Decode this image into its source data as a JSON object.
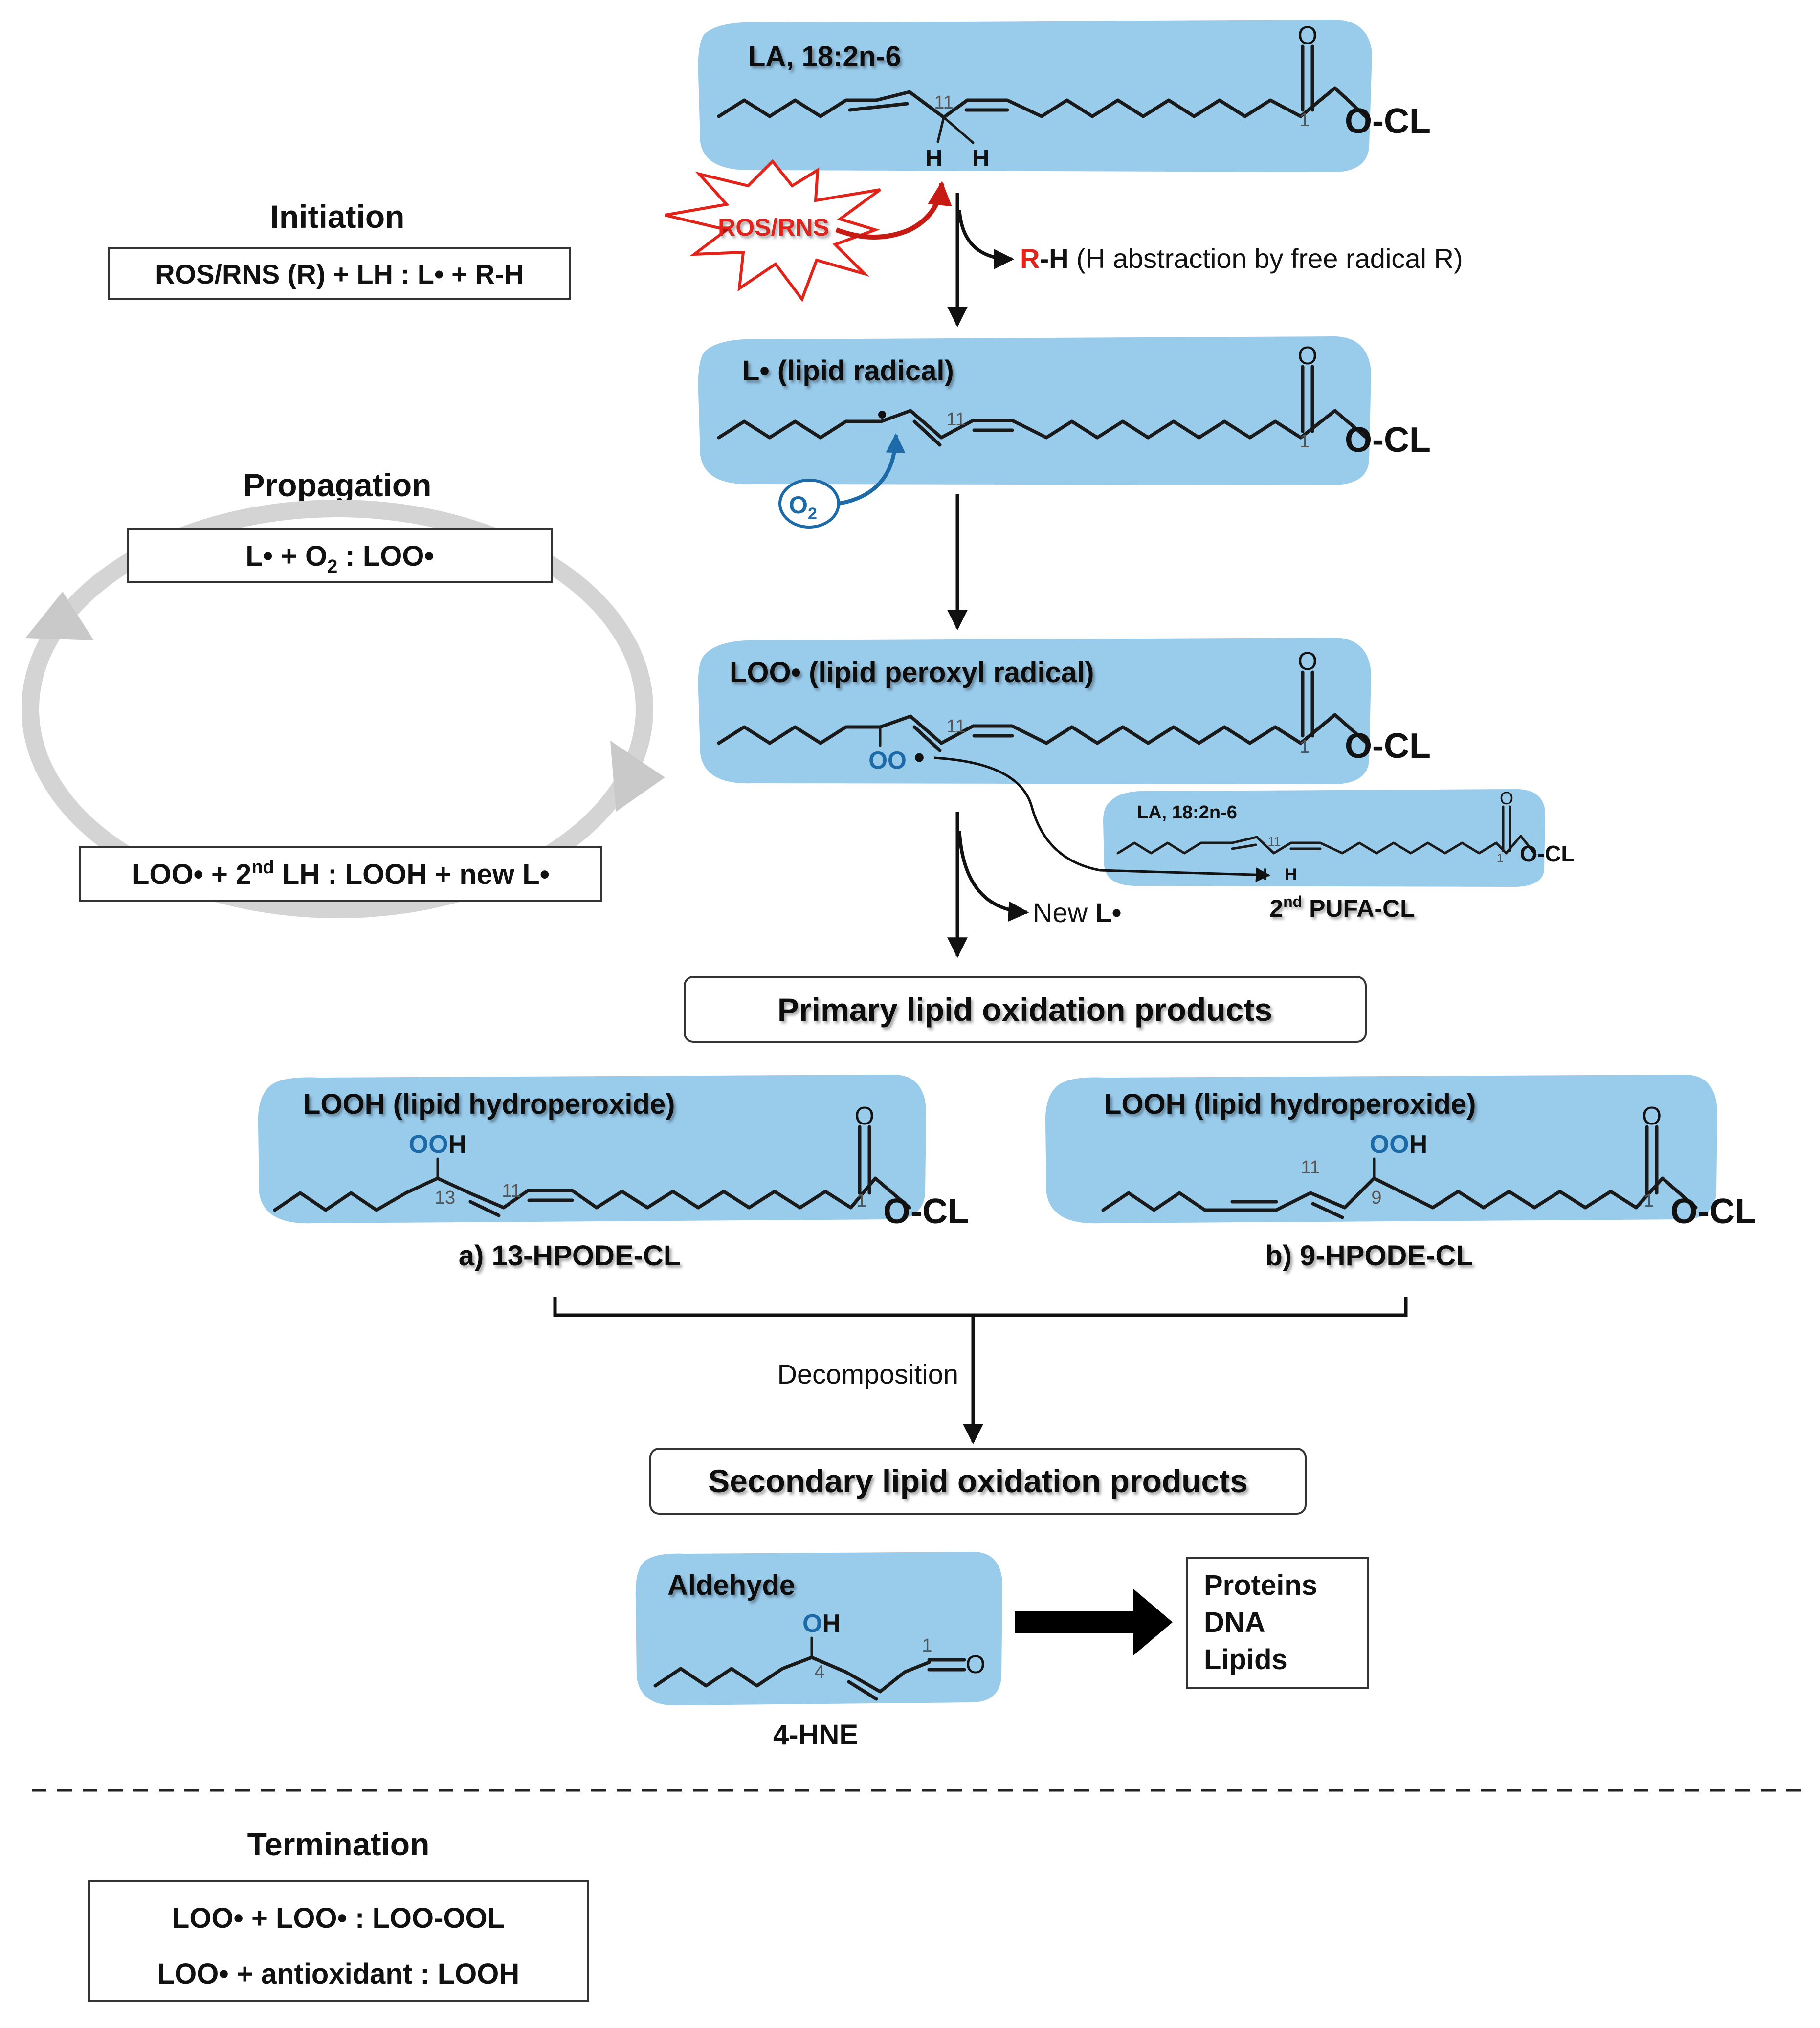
{
  "colors": {
    "blob": "#99CBEB",
    "oxygen_blue": "#1c6aa8",
    "ros_red": "#e2231a",
    "cycle_grey": "#d4d4d4",
    "text": "#111111"
  },
  "initiation": {
    "title": "Initiation",
    "equation": "ROS/RNS (R) + LH : L•  + R-H"
  },
  "propagation": {
    "title": "Propagation",
    "eq_top_prefix": "L•  + O",
    "eq_top_sub": "2",
    "eq_top_suffix": " : LOO•",
    "eq_bottom_prefix": "LOO•  + 2",
    "eq_bottom_sup": "nd",
    "eq_bottom_suffix": " LH :  LOOH + new L•"
  },
  "termination": {
    "title": "Termination",
    "eq1": "LOO•  + LOO• : LOO-OOL",
    "eq2": "LOO•  + antioxidant : LOOH"
  },
  "molecules": {
    "la": {
      "title": "LA, 18:2n-6",
      "carbon_11": "11",
      "carbon_1": "1",
      "carbonyl_o": "O",
      "ester": "O-CL",
      "h_left": "H",
      "h_right": "H"
    },
    "radical": {
      "title": "L• (lipid radical)",
      "carbon_11": "11",
      "carbon_1": "1",
      "carbonyl_o": "O",
      "ester": "O-CL",
      "o2_text": "O",
      "o2_sub": "2"
    },
    "peroxyl": {
      "title": "LOO• (lipid peroxyl radical)",
      "carbon_11": "11",
      "carbon_1": "1",
      "carbonyl_o": "O",
      "ester": "O-CL",
      "oo_text": "OO",
      "dot": "•"
    },
    "second_pufa": {
      "title": "LA, 18:2n-6",
      "carbon_11": "11",
      "carbon_1": "1",
      "carbonyl_o": "O",
      "ester": "O-CL",
      "h_left": "H",
      "h_right": "H",
      "caption_prefix": "2",
      "caption_sup": "nd",
      "caption_suffix": " PUFA-CL"
    },
    "hpode13": {
      "title": "LOOH (lipid hydroperoxide)",
      "ooh_blue": "OO",
      "ooh_h": "H",
      "carbon_13": "13",
      "carbon_11": "11",
      "carbon_1": "1",
      "carbonyl_o": "O",
      "ester": "O-CL",
      "caption": "a) 13-HPODE-CL"
    },
    "hpode9": {
      "title": "LOOH (lipid hydroperoxide)",
      "ooh_blue": "OO",
      "ooh_h": "H",
      "carbon_11": "11",
      "carbon_9": "9",
      "carbon_1": "1",
      "carbonyl_o": "O",
      "ester": "O-CL",
      "caption": "b) 9-HPODE-CL"
    },
    "aldehyde": {
      "title": "Aldehyde",
      "oh_blue": "O",
      "oh_h": "H",
      "carbon_4": "4",
      "carbon_1": "1",
      "carbonyl_o": "O",
      "caption": "4-HNE"
    }
  },
  "steps": {
    "ros_label": "ROS/RNS",
    "abstraction_r": "R",
    "abstraction_h": "-H",
    "abstraction_text": " (H abstraction by free radical R)",
    "new_radical_prefix": "New ",
    "new_radical_bold": "L•",
    "decomposition": "Decomposition"
  },
  "boxes": {
    "primary": "Primary lipid oxidation products",
    "secondary": "Secondary lipid oxidation products",
    "targets": [
      "Proteins",
      "DNA",
      "Lipids"
    ]
  }
}
